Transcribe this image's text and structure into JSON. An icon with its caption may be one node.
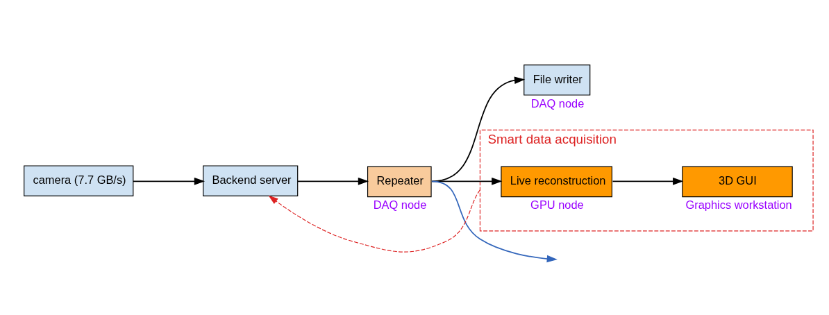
{
  "diagram": {
    "nodes": [
      {
        "text": [
          "camera (7.7 GB/s)"
        ]
      },
      {
        "text": [
          "Backend server"
        ]
      },
      {
        "text": [
          "Repeater"
        ],
        "beside": [
          "DAQ node"
        ]
      },
      {
        "text": [
          "File writer"
        ],
        "beside": [
          "DAQ node"
        ]
      },
      {
        "text": [
          "Smart data acquisition"
        ]
      },
      {
        "text": [
          "Live reconstruction"
        ],
        "beside": [
          "GPU node"
        ],
        "in": 4
      },
      {
        "text": [
          "3D GUI"
        ],
        "beside": [
          "Graphics workstation"
        ],
        "in": 4
      }
    ],
    "edges": [
      {
        "from": 0,
        "to": 1,
        "arrow": "to"
      },
      {
        "from": 1,
        "to": 2,
        "arrow": "to"
      },
      {
        "from": 2,
        "to": 5,
        "arrow": "to"
      },
      {
        "from": 2,
        "to": 3,
        "arrow": "to"
      },
      {
        "from": 5,
        "to": 6,
        "arrow": "to"
      },
      {
        "from": 4,
        "to": 1,
        "arrow": "to",
        "style": "dashed",
        "color": "#dd2222"
      },
      {
        "from": 2,
        "to": null,
        "arrow": "to",
        "color": "#3366bb"
      }
    ]
  }
}
